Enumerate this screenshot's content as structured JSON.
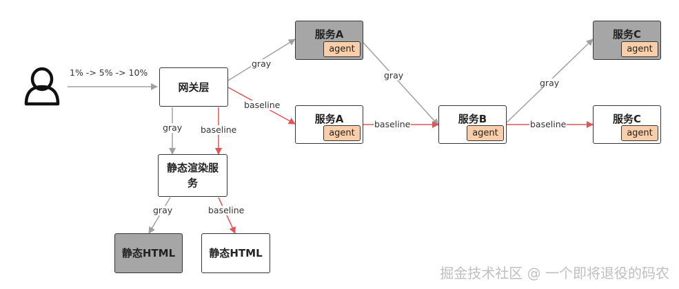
{
  "gateway": "网关层",
  "traffic": "1% -> 5% -> 10%",
  "static_render": "静态渲染服务",
  "static_html_gray": "静态HTML",
  "static_html_base": "静态HTML",
  "service_a_gray": "服务A",
  "service_a_base": "服务A",
  "service_b": "服务B",
  "service_c_gray": "服务C",
  "service_c_base": "服务C",
  "agent": "agent",
  "labels": {
    "gray": "gray",
    "baseline": "baseline"
  },
  "watermark": "掘金技术社区 @ 一个即将退役的码农",
  "colors": {
    "gray_arrow": "#a0a0a0",
    "baseline_arrow": "#e05555",
    "agent_fill": "#f8cfaa",
    "dark_node": "#a6a6a6"
  }
}
